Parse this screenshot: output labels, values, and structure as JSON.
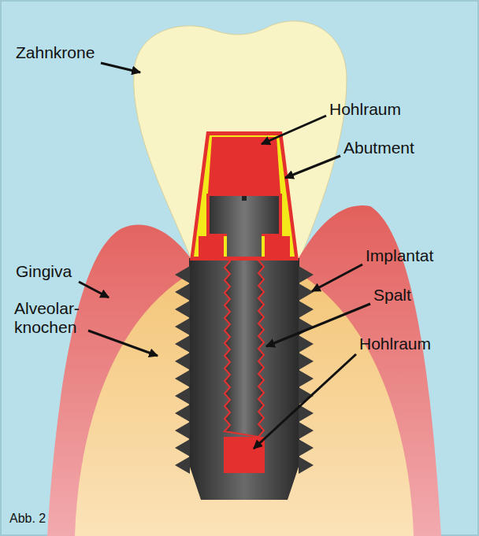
{
  "diagram": {
    "caption": "Abb. 2",
    "labels": [
      "Zahnkrone",
      "Hohlraum",
      "Abutment",
      "Implantat",
      "Gingiva",
      "Spalt",
      "Alveolar- knochen",
      "Hohlraum"
    ]
  }
}
